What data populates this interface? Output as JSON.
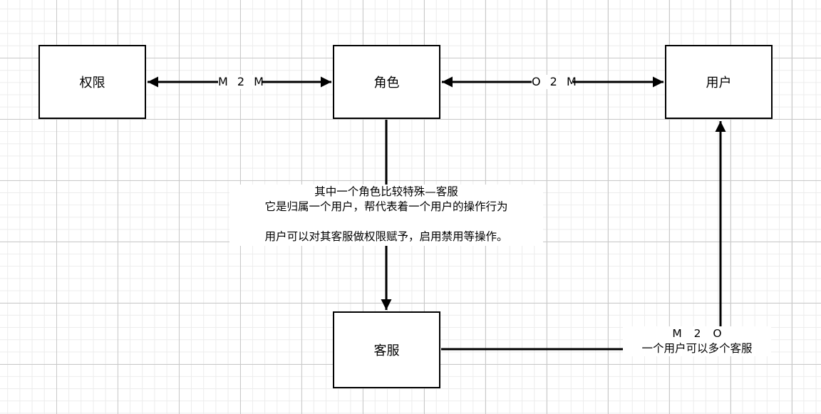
{
  "nodes": {
    "permission": "权限",
    "role": "角色",
    "user": "用户",
    "customer_service": "客服"
  },
  "edges": {
    "permission_role": "M 2 M",
    "role_user": "O 2 M",
    "customer_service_user": {
      "type": "M 2 O",
      "description": "一个用户可以多个客服"
    }
  },
  "note": {
    "line1": "其中一个角色比较特殊—客服",
    "line2": "它是归属一个用户，帮代表着一个用户的操作行为",
    "line3": "用户可以对其客服做权限赋予，启用禁用等操作。"
  },
  "colors": {
    "line": "#000000",
    "grid_major": "#c9c9c9",
    "grid_minor": "#ececec"
  }
}
